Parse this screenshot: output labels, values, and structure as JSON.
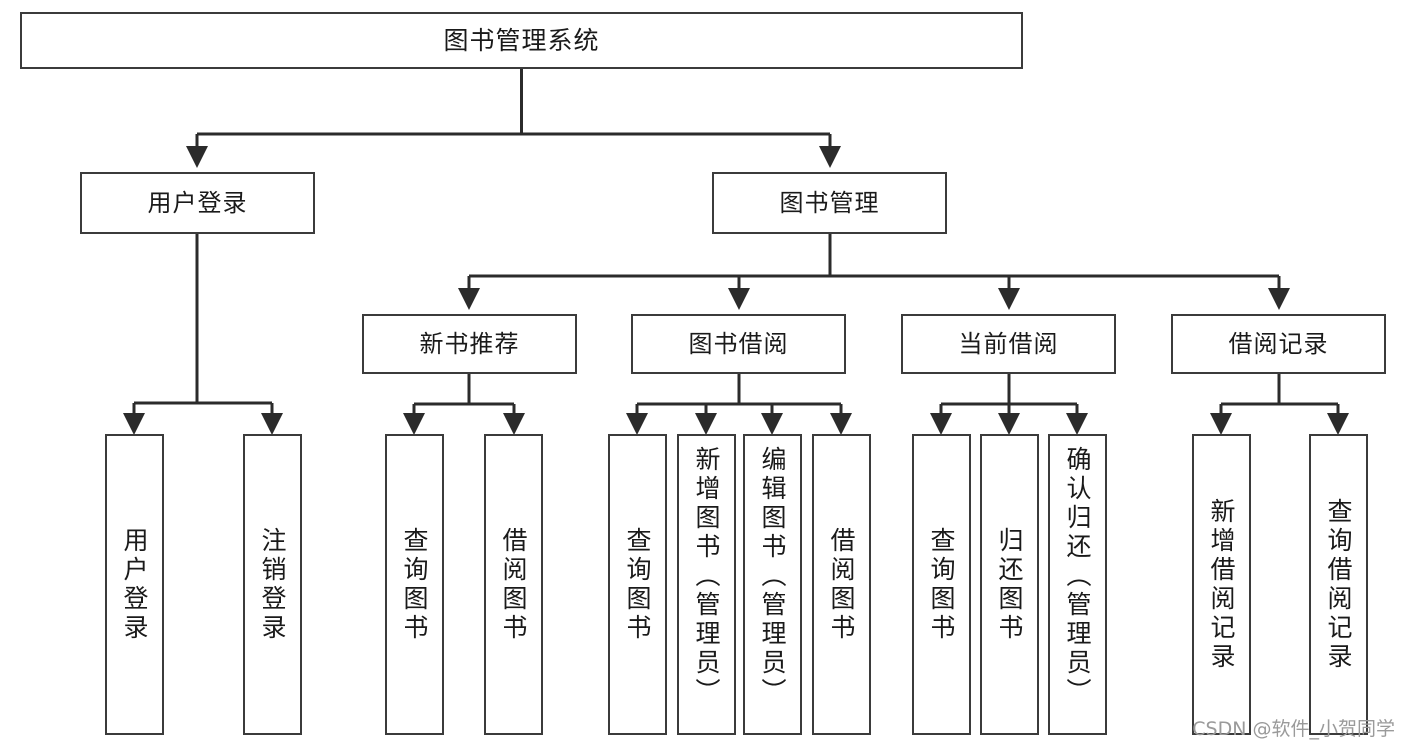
{
  "diagram": {
    "title": "图书管理系统",
    "type": "tree-hierarchy-chart",
    "watermark": "CSDN @软件_小贺同学",
    "colors": {
      "box_border": "#3b3b3b",
      "box_fill": "#ffffff",
      "link": "#2b2b2b",
      "text": "#1a1a1a",
      "watermark": "#9a9a9a",
      "background": "#ffffff"
    }
  },
  "nodes": {
    "root": {
      "label": "图书管理系统"
    },
    "level2": [
      {
        "id": "user-login",
        "label": "用户登录"
      },
      {
        "id": "book-manage",
        "label": "图书管理"
      }
    ],
    "level3": [
      {
        "id": "new-book-recommend",
        "label": "新书推荐"
      },
      {
        "id": "book-borrow",
        "label": "图书借阅"
      },
      {
        "id": "current-borrow",
        "label": "当前借阅"
      },
      {
        "id": "borrow-record",
        "label": "借阅记录"
      }
    ],
    "leaves": {
      "user-login": [
        {
          "id": "leaf-user-login",
          "label": "用户登录"
        },
        {
          "id": "leaf-user-logout",
          "label": "注销登录"
        }
      ],
      "new-book-recommend": [
        {
          "id": "leaf-query-book-1",
          "label": "查询图书"
        },
        {
          "id": "leaf-borrow-book-1",
          "label": "借阅图书"
        }
      ],
      "book-borrow": [
        {
          "id": "leaf-query-book-2",
          "label": "查询图书"
        },
        {
          "id": "leaf-add-book",
          "label": "新增图书（管理员）"
        },
        {
          "id": "leaf-edit-book",
          "label": "编辑图书（管理员）"
        },
        {
          "id": "leaf-borrow-book-2",
          "label": "借阅图书"
        }
      ],
      "current-borrow": [
        {
          "id": "leaf-query-book-3",
          "label": "查询图书"
        },
        {
          "id": "leaf-return-book",
          "label": "归还图书"
        },
        {
          "id": "leaf-confirm-return",
          "label": "确认归还（管理员）"
        }
      ],
      "borrow-record": [
        {
          "id": "leaf-add-record",
          "label": "新增借阅记录"
        },
        {
          "id": "leaf-query-record",
          "label": "查询借阅记录"
        }
      ]
    }
  }
}
